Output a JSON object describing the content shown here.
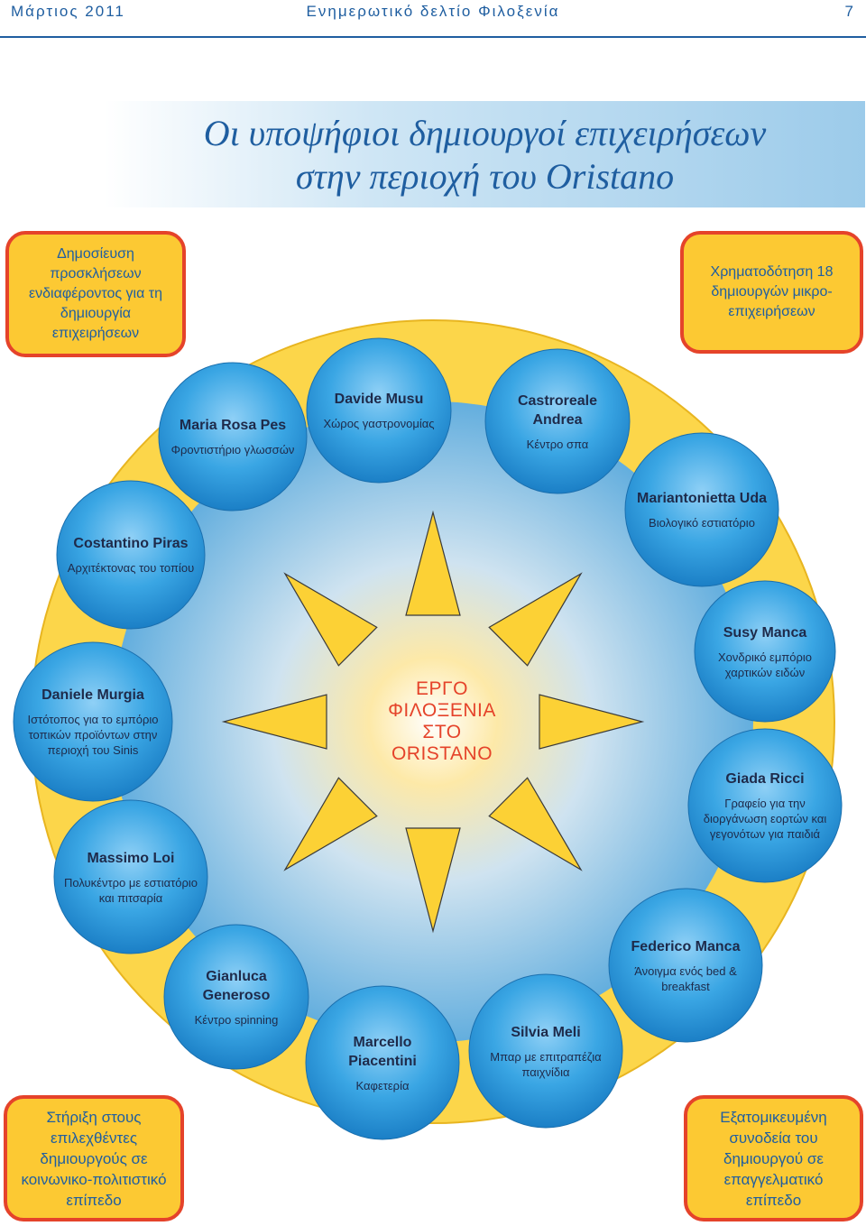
{
  "header": {
    "date": "Μάρτιος 2011",
    "publication": "Ενημερωτικό δελτίο Φιλοξενία",
    "page_number": "7"
  },
  "title": {
    "line1": "Οι υποψήφιοι δημιουργοί επιχειρήσεων",
    "line2": "στην περιοχή του Oristano"
  },
  "corner_boxes": {
    "top_left": "Δημοσίευση προσκλήσεων ενδιαφέροντος για τη δημιουργία επιχειρήσεων",
    "top_right": "Χρηματοδότηση 18 δημιουργών μικρο-επιχειρήσεων",
    "bottom_left": "Στήριξη στους επιλεχθέντες δημιουργούς σε κοινωνικο-πολιτιστικό επίπεδο",
    "bottom_right": "Εξατομικευμένη συνοδεία του δημιουργού σε επαγγελματικό επίπεδο"
  },
  "center": {
    "line1": "ΕΡΓΟ",
    "line2": "ΦΙΛΟΞΕΝΙΑ",
    "line3": "ΣΤΟ",
    "line4": "ORISTANO"
  },
  "entrepreneurs": [
    {
      "name": "Davide Musu",
      "desc": "Χώρος γαστρονομίας"
    },
    {
      "name": "Castroreale Andrea",
      "desc": "Κέντρο σπα"
    },
    {
      "name": "Mariantonietta Uda",
      "desc": "Βιολογικό εστιατόριο"
    },
    {
      "name": "Susy Manca",
      "desc": "Χονδρικό εμπόριο χαρτικών ειδών"
    },
    {
      "name": "Giada Ricci",
      "desc": "Γραφείο για την διοργάνωση εορτών και γεγονότων για παιδιά"
    },
    {
      "name": "Federico Manca",
      "desc": "Άνοιγμα ενός bed & breakfast"
    },
    {
      "name": "Silvia Meli",
      "desc": "Μπαρ με επιτραπέζια παιχνίδια"
    },
    {
      "name": "Marcello Piacentini",
      "desc": "Καφετερία"
    },
    {
      "name": "Gianluca Generoso",
      "desc": "Κέντρο spinning"
    },
    {
      "name": "Massimo Loi",
      "desc": "Πολυκέντρο με εστιατόριο και πιτσαρία"
    },
    {
      "name": "Daniele Murgia",
      "desc": "Ιστότοπος για το εμπόριο τοπικών προϊόντων στην περιοχή του Sinis"
    },
    {
      "name": "Costantino Piras",
      "desc": "Αρχιτέκτονας του τοπίου"
    },
    {
      "name": "Maria Rosa Pes",
      "desc": "Φροντιστήριο γλωσσών"
    }
  ],
  "colors": {
    "accent_blue": "#1f5ea0",
    "box_fill": "#fcc933",
    "box_border": "#e5432a",
    "node_fill": "#2f9fe0",
    "ray_fill": "#fcd135",
    "center_text": "#e5432a"
  }
}
